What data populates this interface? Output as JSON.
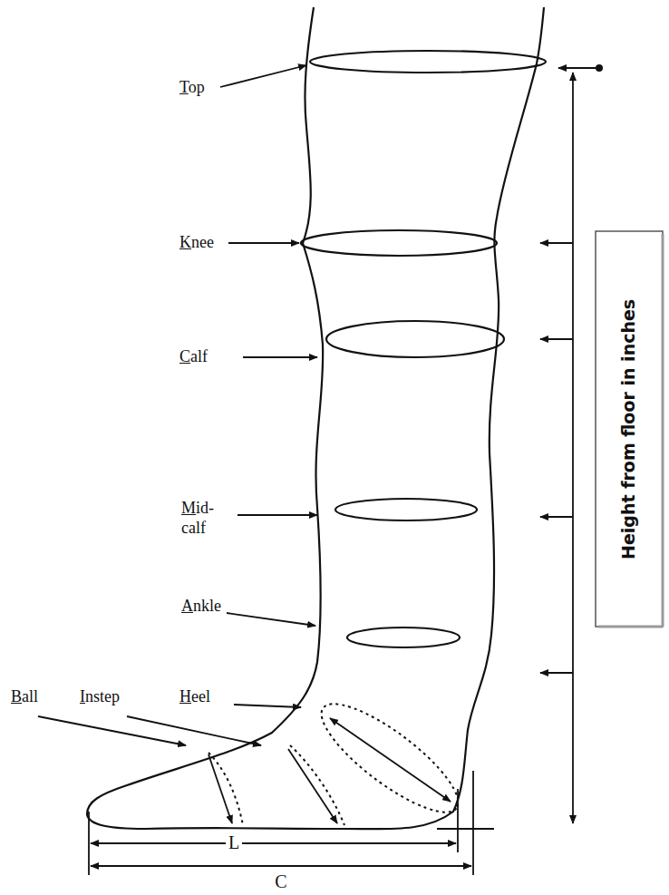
{
  "diagram": {
    "labels": [
      "Top",
      "Knee",
      "Calf",
      "Mid- calf",
      "Ankle",
      "Ball",
      "Instep",
      "Heel",
      "L",
      "C",
      "Height from floor in inches"
    ]
  }
}
